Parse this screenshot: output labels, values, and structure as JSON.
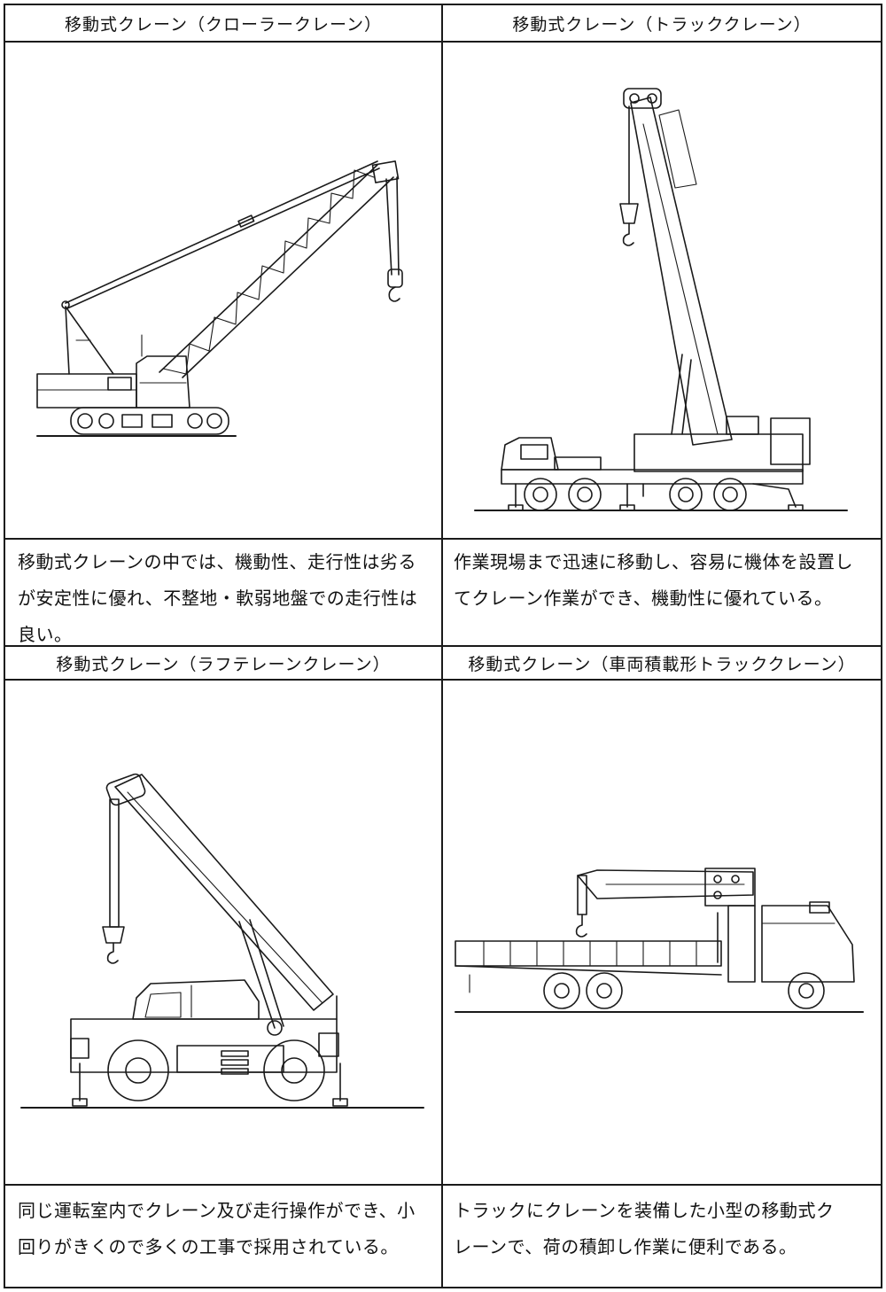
{
  "cells": [
    {
      "title": "移動式クレーン（クローラークレーン）",
      "desc_lines": [
        "移動式クレーンの中では、機動性、走行性は劣る",
        "が安定性に優れ、不整地・軟弱地盤での走行性は",
        "良い。"
      ],
      "illustration": "crawler-crane"
    },
    {
      "title": "移動式クレーン（トラッククレーン）",
      "desc_lines": [
        "作業現場まで迅速に移動し、容易に機体を設置し",
        "てクレーン作業ができ、機動性に優れている。"
      ],
      "illustration": "truck-crane"
    },
    {
      "title": "移動式クレーン（ラフテレーンクレーン）",
      "desc_lines": [
        "同じ運転室内でクレーン及び走行操作ができ、小",
        "回りがきくので多くの工事で採用されている。"
      ],
      "illustration": "rough-terrain-crane"
    },
    {
      "title": "移動式クレーン（車両積載形トラッククレーン）",
      "desc_lines": [
        "トラックにクレーンを装備した小型の移動式ク",
        "レーンで、荷の積卸し作業に便利である。"
      ],
      "illustration": "truck-loader-crane"
    }
  ]
}
